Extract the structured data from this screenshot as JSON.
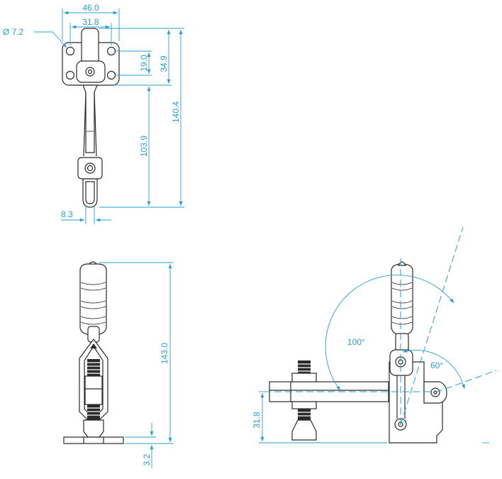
{
  "top_view": {
    "dim_overall_width": "46.0",
    "dim_hole_spacing_x": "31.8",
    "dim_hole_diameter": "Ø 7.2",
    "dim_hole_spacing_y": "19.0",
    "dim_base_height": "34.9",
    "dim_handle_length": "103.9",
    "dim_total_length": "140.4",
    "dim_offset": "8.3"
  },
  "front_view": {
    "dim_total_height": "143.0",
    "dim_base_thickness": "3.2"
  },
  "side_view": {
    "dim_open_angle": "100°",
    "dim_secondary_angle": "60°",
    "dim_spindle_height": "31.8"
  },
  "colors": {
    "dimension": "#2a9fd6",
    "outline": "#2a2a2a"
  }
}
